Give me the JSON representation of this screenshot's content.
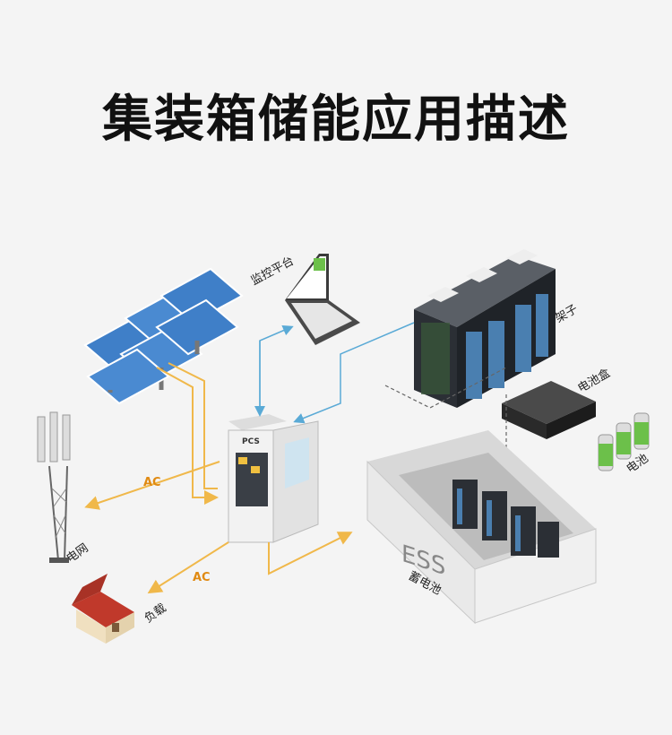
{
  "title": "集装箱储能应用描述",
  "labels": {
    "monitor": "监控平台",
    "rack": "架子",
    "battery_box": "电池盒",
    "battery": "电池",
    "grid": "电网",
    "load": "负载",
    "storage_battery": "蓄电池",
    "ac_top": "AC",
    "ac_bottom": "AC",
    "pcs": "PCS",
    "ess": "ESS"
  },
  "colors": {
    "background": "#f4f4f4",
    "power_arrow": "#f0b84a",
    "data_arrow": "#5aaad6",
    "rack_body": "#2b2f35",
    "solar_panel": "#3f7fc8",
    "house_roof": "#c0392b",
    "container": "#e9e9e9"
  }
}
